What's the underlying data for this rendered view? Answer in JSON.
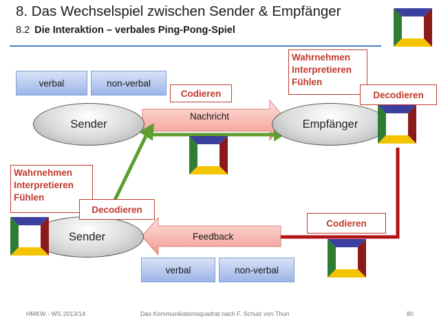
{
  "header": {
    "title": "8. Das Wechselspiel zwischen Sender & Empfänger",
    "subtitle_number": "8.2",
    "subtitle_text": "Die Interaktion – verbales Ping-Pong-Spiel"
  },
  "top": {
    "verbal": "verbal",
    "nonverbal": "non-verbal",
    "sender": "Sender",
    "receiver": "Empfänger",
    "message": "Nachricht",
    "codieren": "Codieren",
    "decodieren": "Decodieren",
    "perceive_lines": [
      "Wahrnehmen",
      "Interpretieren",
      "Fühlen"
    ]
  },
  "bottom": {
    "sender": "Sender",
    "feedback": "Feedback",
    "verbal": "verbal",
    "nonverbal": "non-verbal",
    "codieren": "Codieren",
    "decodieren": "Decodieren",
    "perceive_lines": [
      "Wahrnehmen",
      "Interpretieren",
      "Fühlen"
    ]
  },
  "footer": {
    "left": "HMKW - WS 2013/14",
    "center": "Das Kommunikationsquadrat nach F. Schulz von Thun",
    "page": "80"
  },
  "colors": {
    "accent_blue": "#4f7bc4",
    "red": "#c0392b",
    "green": "#5e9e2d",
    "dark_red": "#b01414",
    "quad_top": "#3b3f9e",
    "quad_right": "#8b1a1a",
    "quad_bottom": "#f5c400",
    "quad_left": "#2e7d32"
  }
}
